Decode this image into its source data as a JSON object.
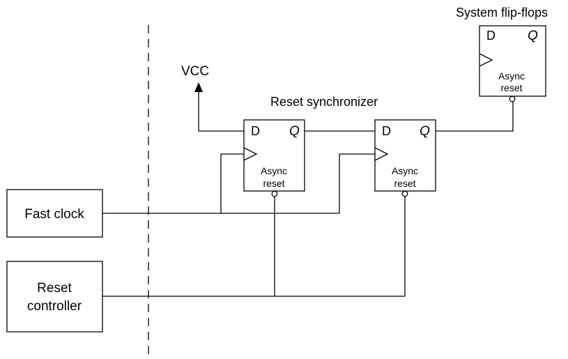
{
  "labels": {
    "system_ff_title": "System flip-flops",
    "reset_sync_title": "Reset synchronizer",
    "vcc": "VCC",
    "fast_clock": "Fast clock",
    "reset_controller_line1": "Reset",
    "reset_controller_line2": "controller"
  },
  "flip_flop": {
    "d_pin": "D",
    "q_pin": "Q",
    "async_line1": "Async",
    "async_line2": "reset"
  }
}
